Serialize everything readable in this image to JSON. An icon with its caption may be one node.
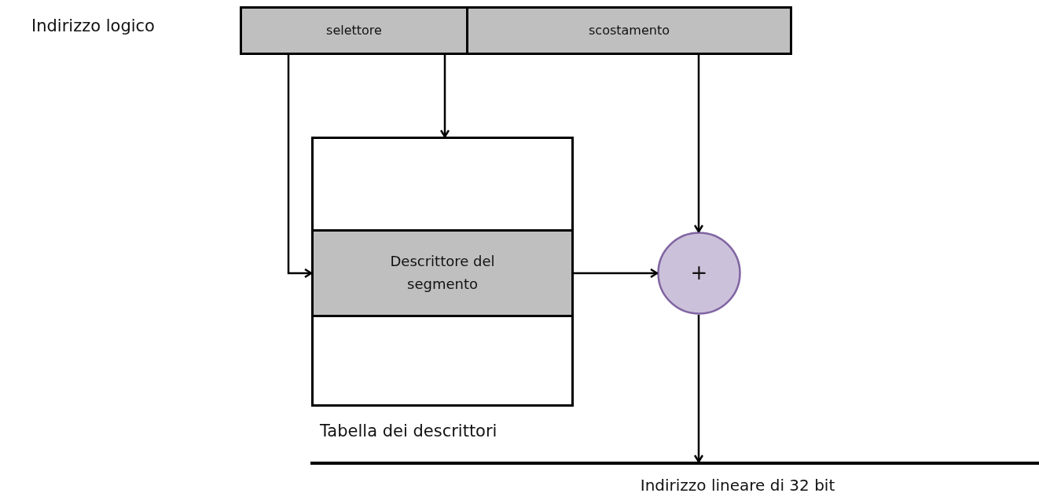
{
  "diagram": {
    "nodes": [
      {
        "text": [
          "selettore"
        ]
      },
      {
        "text": [
          "scostamento"
        ]
      },
      {
        "text": [],
        "shape": "box"
      },
      {
        "text": [
          "Descrittore del segmento"
        ]
      },
      {
        "text": [],
        "shape": "box"
      },
      {
        "text": [
          "+"
        ]
      },
      {
        "text": [],
        "shape": "bar",
        "beside": [
          "Indirizzo lineare di 32 bit"
        ]
      }
    ],
    "edges": [
      {
        "from": 0,
        "to": 2,
        "arrow": "to"
      },
      {
        "from": 0,
        "to": 3,
        "arrow": "to"
      },
      {
        "from": 1,
        "to": 5,
        "arrow": "to"
      },
      {
        "from": 3,
        "to": 5,
        "arrow": "to"
      },
      {
        "from": 5,
        "to": 6,
        "arrow": "to"
      }
    ],
    "labels": [
      "Indirizzo logico",
      "Tabella dei descrittori"
    ]
  }
}
